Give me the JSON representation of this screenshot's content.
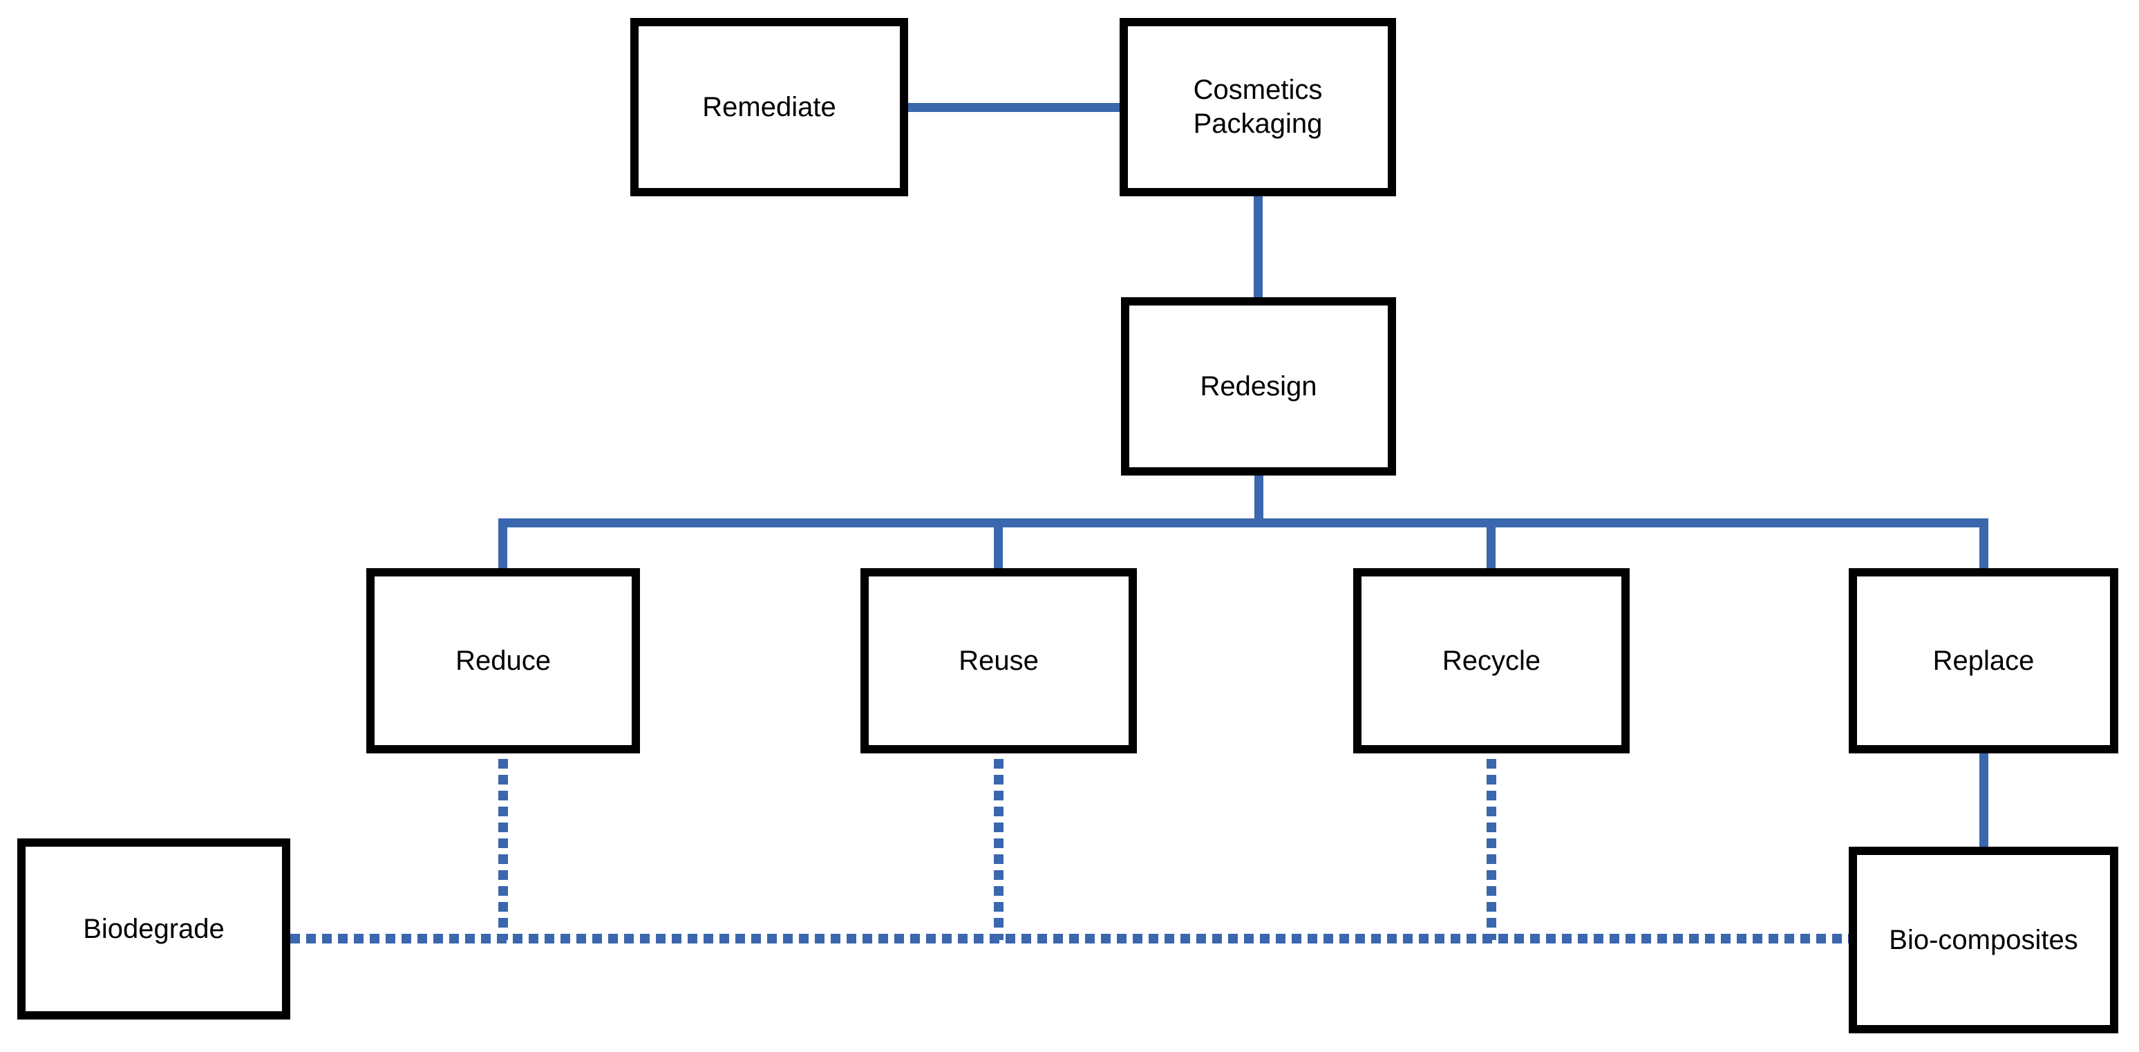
{
  "diagram": {
    "type": "flowchart",
    "nodes": {
      "remediate": {
        "label": "Remediate"
      },
      "cosmetics_packaging": {
        "label": "Cosmetics\nPackaging"
      },
      "redesign": {
        "label": "Redesign"
      },
      "reduce": {
        "label": "Reduce"
      },
      "reuse": {
        "label": "Reuse"
      },
      "recycle": {
        "label": "Recycle"
      },
      "replace": {
        "label": "Replace"
      },
      "biodegrade": {
        "label": "Biodegrade"
      },
      "bio_composites": {
        "label": "Bio-composites"
      }
    },
    "edges": [
      {
        "from": "Remediate",
        "to": "Cosmetics Packaging",
        "style": "solid"
      },
      {
        "from": "Cosmetics Packaging",
        "to": "Redesign",
        "style": "solid"
      },
      {
        "from": "Redesign",
        "to": "Reduce",
        "style": "solid"
      },
      {
        "from": "Redesign",
        "to": "Reuse",
        "style": "solid"
      },
      {
        "from": "Redesign",
        "to": "Recycle",
        "style": "solid"
      },
      {
        "from": "Redesign",
        "to": "Replace",
        "style": "solid"
      },
      {
        "from": "Replace",
        "to": "Bio-composites",
        "style": "solid"
      },
      {
        "from": "Reduce",
        "to": "Bio-composites",
        "style": "dotted"
      },
      {
        "from": "Reuse",
        "to": "Bio-composites",
        "style": "dotted"
      },
      {
        "from": "Recycle",
        "to": "Bio-composites",
        "style": "dotted"
      },
      {
        "from": "Biodegrade",
        "to": "Bio-composites",
        "style": "dotted"
      }
    ],
    "colors": {
      "connector_blue": "#3a67ad",
      "box_border": "#000000",
      "box_fill": "#ffffff",
      "text": "#000000"
    }
  }
}
